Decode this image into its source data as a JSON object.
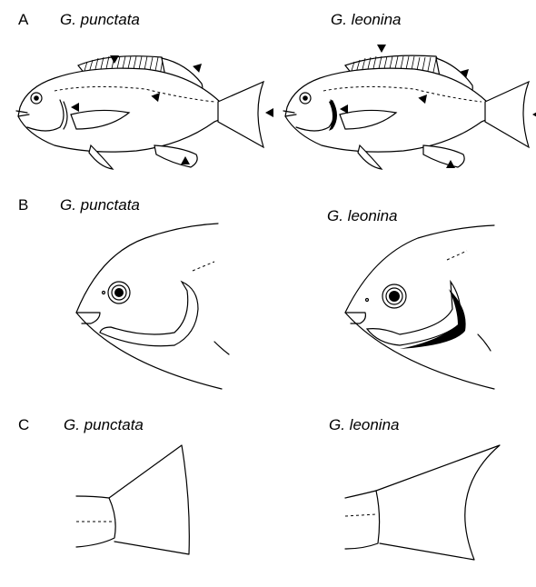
{
  "panels": [
    {
      "letter": "A",
      "left_species": "G. punctata",
      "right_species": "G. leonina"
    },
    {
      "letter": "B",
      "left_species": "G. punctata",
      "right_species": "G. leonina"
    },
    {
      "letter": "C",
      "left_species": "G. punctata",
      "right_species": "G. leonina"
    }
  ]
}
